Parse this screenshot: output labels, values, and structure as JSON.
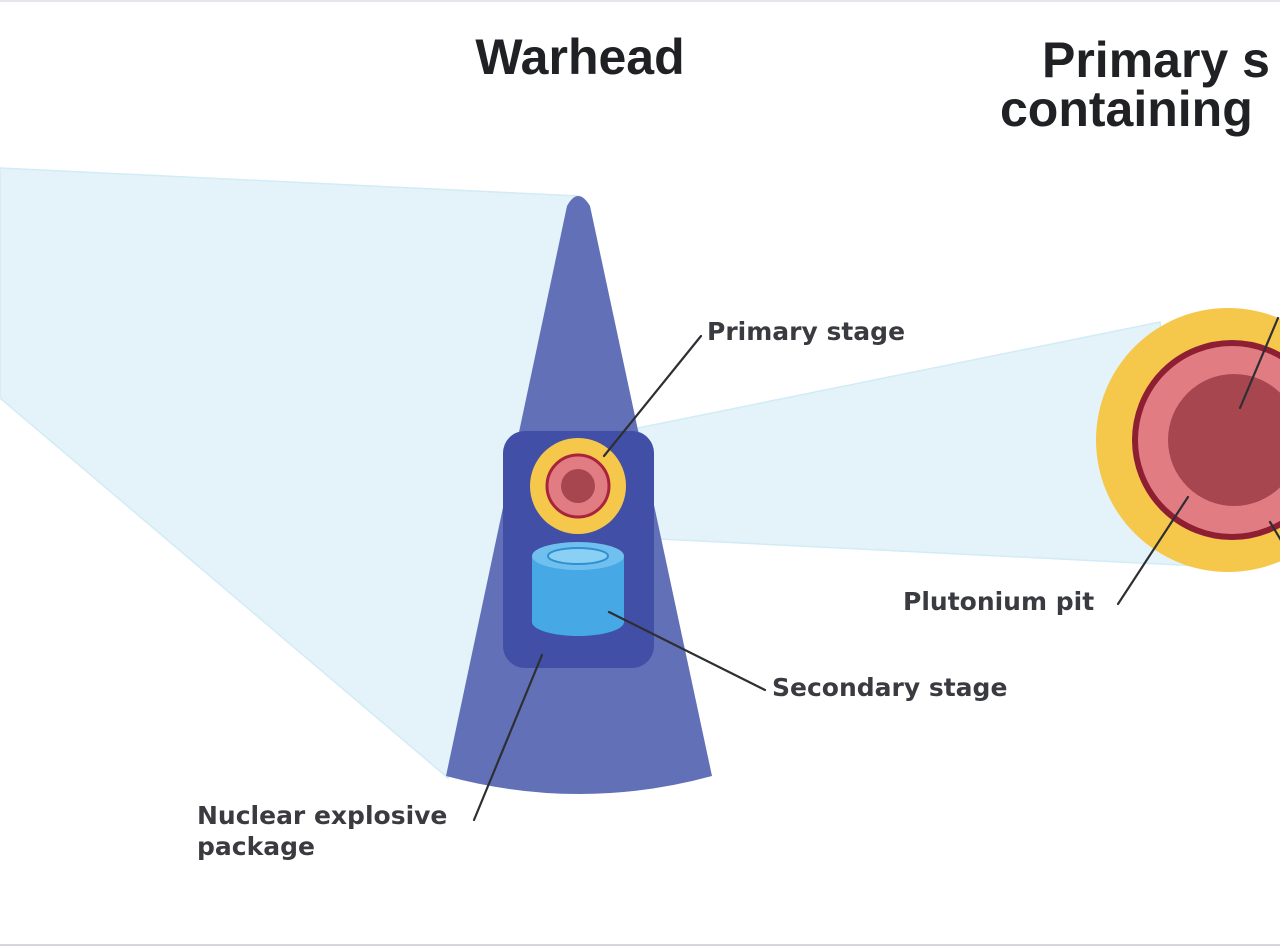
{
  "titles": {
    "warhead": "Warhead",
    "primary_line1": "Primary s",
    "primary_line2": "containing"
  },
  "labels": {
    "primary_stage": "Primary stage",
    "secondary_stage": "Secondary stage",
    "nuclear_explosive_line1": "Nuclear explosive",
    "nuclear_explosive_line2": "package",
    "plutonium_pit": "Plutonium pit"
  },
  "colors": {
    "zoom_beam": "#e4f3fa",
    "warhead_cone": "#6270b8",
    "package_body": "#4150a6",
    "explosive_ring": "#f5c84c",
    "tamper_ring": "#e07c82",
    "pit_core": "#a8464f",
    "pit_outline": "#8e1f33",
    "secondary_cylinder": "#46a9e6",
    "secondary_top": "#8ad0f4"
  }
}
